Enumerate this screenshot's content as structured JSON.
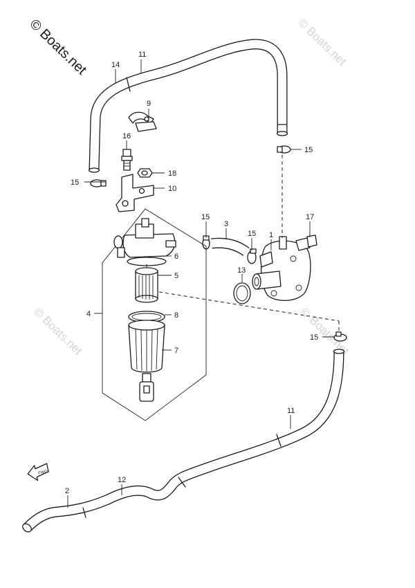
{
  "watermark": {
    "main": "© Boats.net",
    "faint": "© Boats.net"
  },
  "callouts": {
    "c1": "1",
    "c2": "2",
    "c3": "3",
    "c4": "4",
    "c5": "5",
    "c6": "6",
    "c7": "7",
    "c8": "8",
    "c9": "9",
    "c10": "10",
    "c11_top": "11",
    "c11_bottom": "11",
    "c12": "12",
    "c13": "13",
    "c14": "14",
    "c15_upper_left": "15",
    "c15_upper_right": "15",
    "c15_middle_a": "15",
    "c15_middle_b": "15",
    "c15_lower_right": "15",
    "c16": "16",
    "c17": "17",
    "c18": "18"
  },
  "direction_marker": {
    "icon": "arrow-left-icon",
    "label": "FWD"
  }
}
